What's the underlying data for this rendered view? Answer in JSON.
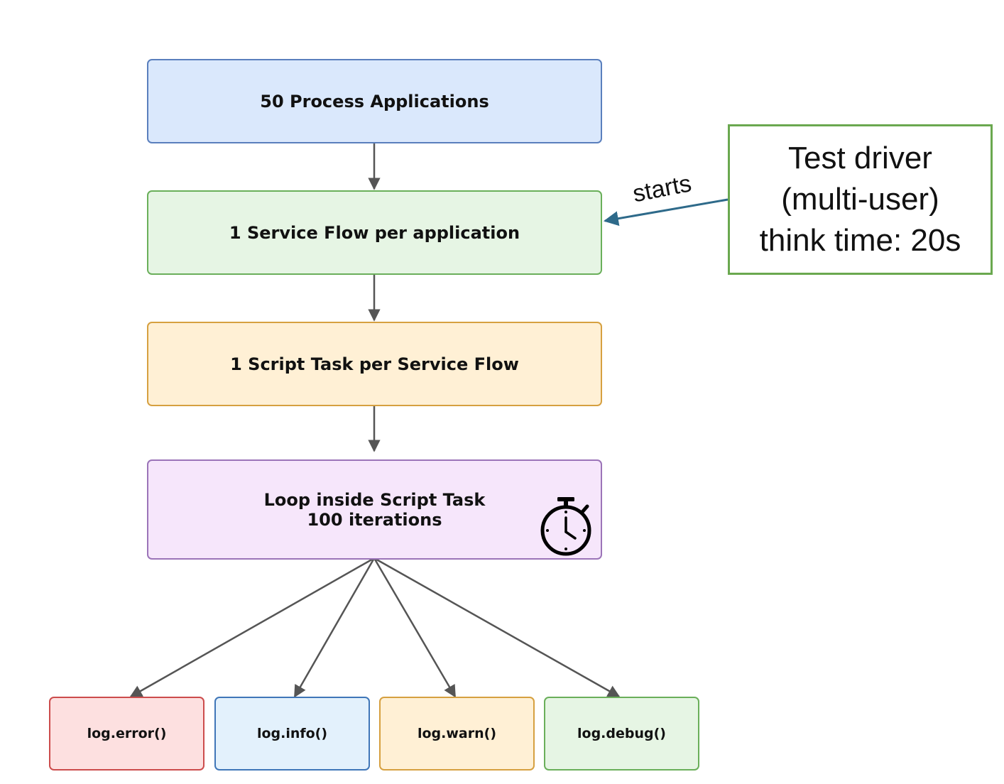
{
  "nodes": {
    "apps": "50 Process Applications",
    "flow": "1 Service Flow per application",
    "script": "1 Script Task per Service Flow",
    "loop_line1": "Loop inside Script Task",
    "loop_line2": "100 iterations"
  },
  "logs": {
    "error": "log.error()",
    "info": "log.info()",
    "warn": "log.warn()",
    "debug": "log.debug()"
  },
  "driver": {
    "line1": "Test driver",
    "line2": "(multi-user)",
    "line3": "think time: 20s"
  },
  "edge_label": "starts",
  "icons": {
    "timer": "stopwatch-icon"
  },
  "colors": {
    "apps_fill": "#dae8fc",
    "flow_fill": "#e6f5e4",
    "script_fill": "#fff0d5",
    "loop_fill": "#f6e6fb",
    "error_fill": "#fde0e0",
    "info_fill": "#e3f1fc",
    "warn_fill": "#fff0d5",
    "debug_fill": "#e6f5e4",
    "driver_border": "#6aa84f",
    "starts_arrow": "#2e6a8a",
    "connector": "#555555"
  }
}
